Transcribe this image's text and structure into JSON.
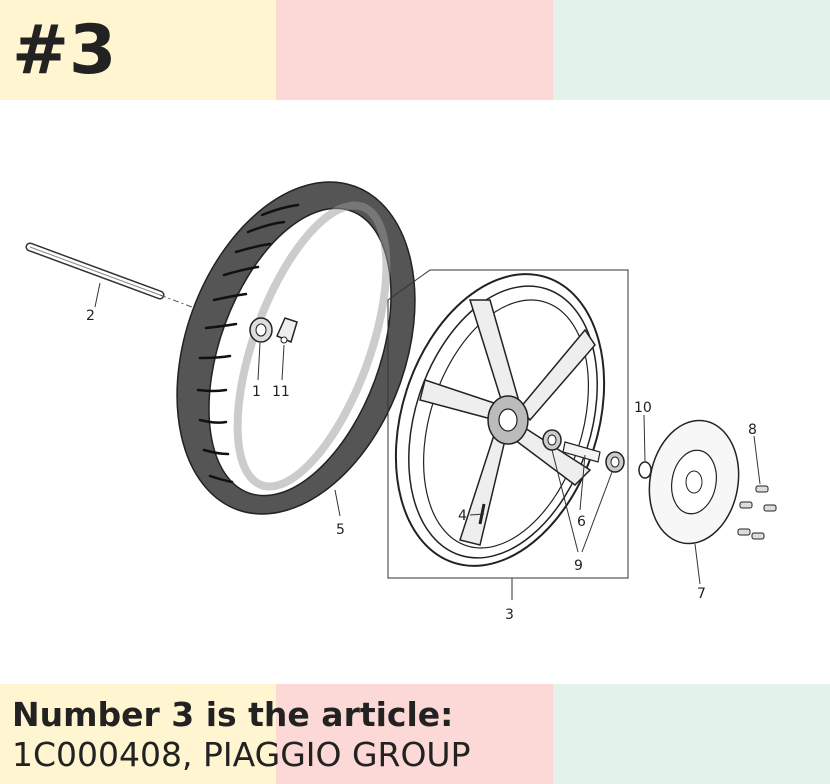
{
  "header": {
    "title": "#3"
  },
  "caption": {
    "line1": "Number 3 is the article:",
    "line2": "1C000408, PIAGGIO GROUP"
  },
  "colors": {
    "band_left": "#FFF6D1",
    "band_middle": "#FCD8D6",
    "band_right": "#E3F3EC",
    "text": "#222222",
    "tire": "#555555"
  },
  "diagram": {
    "callouts": [
      "2",
      "1",
      "11",
      "5",
      "3",
      "4",
      "9",
      "6",
      "10",
      "7",
      "8"
    ]
  }
}
